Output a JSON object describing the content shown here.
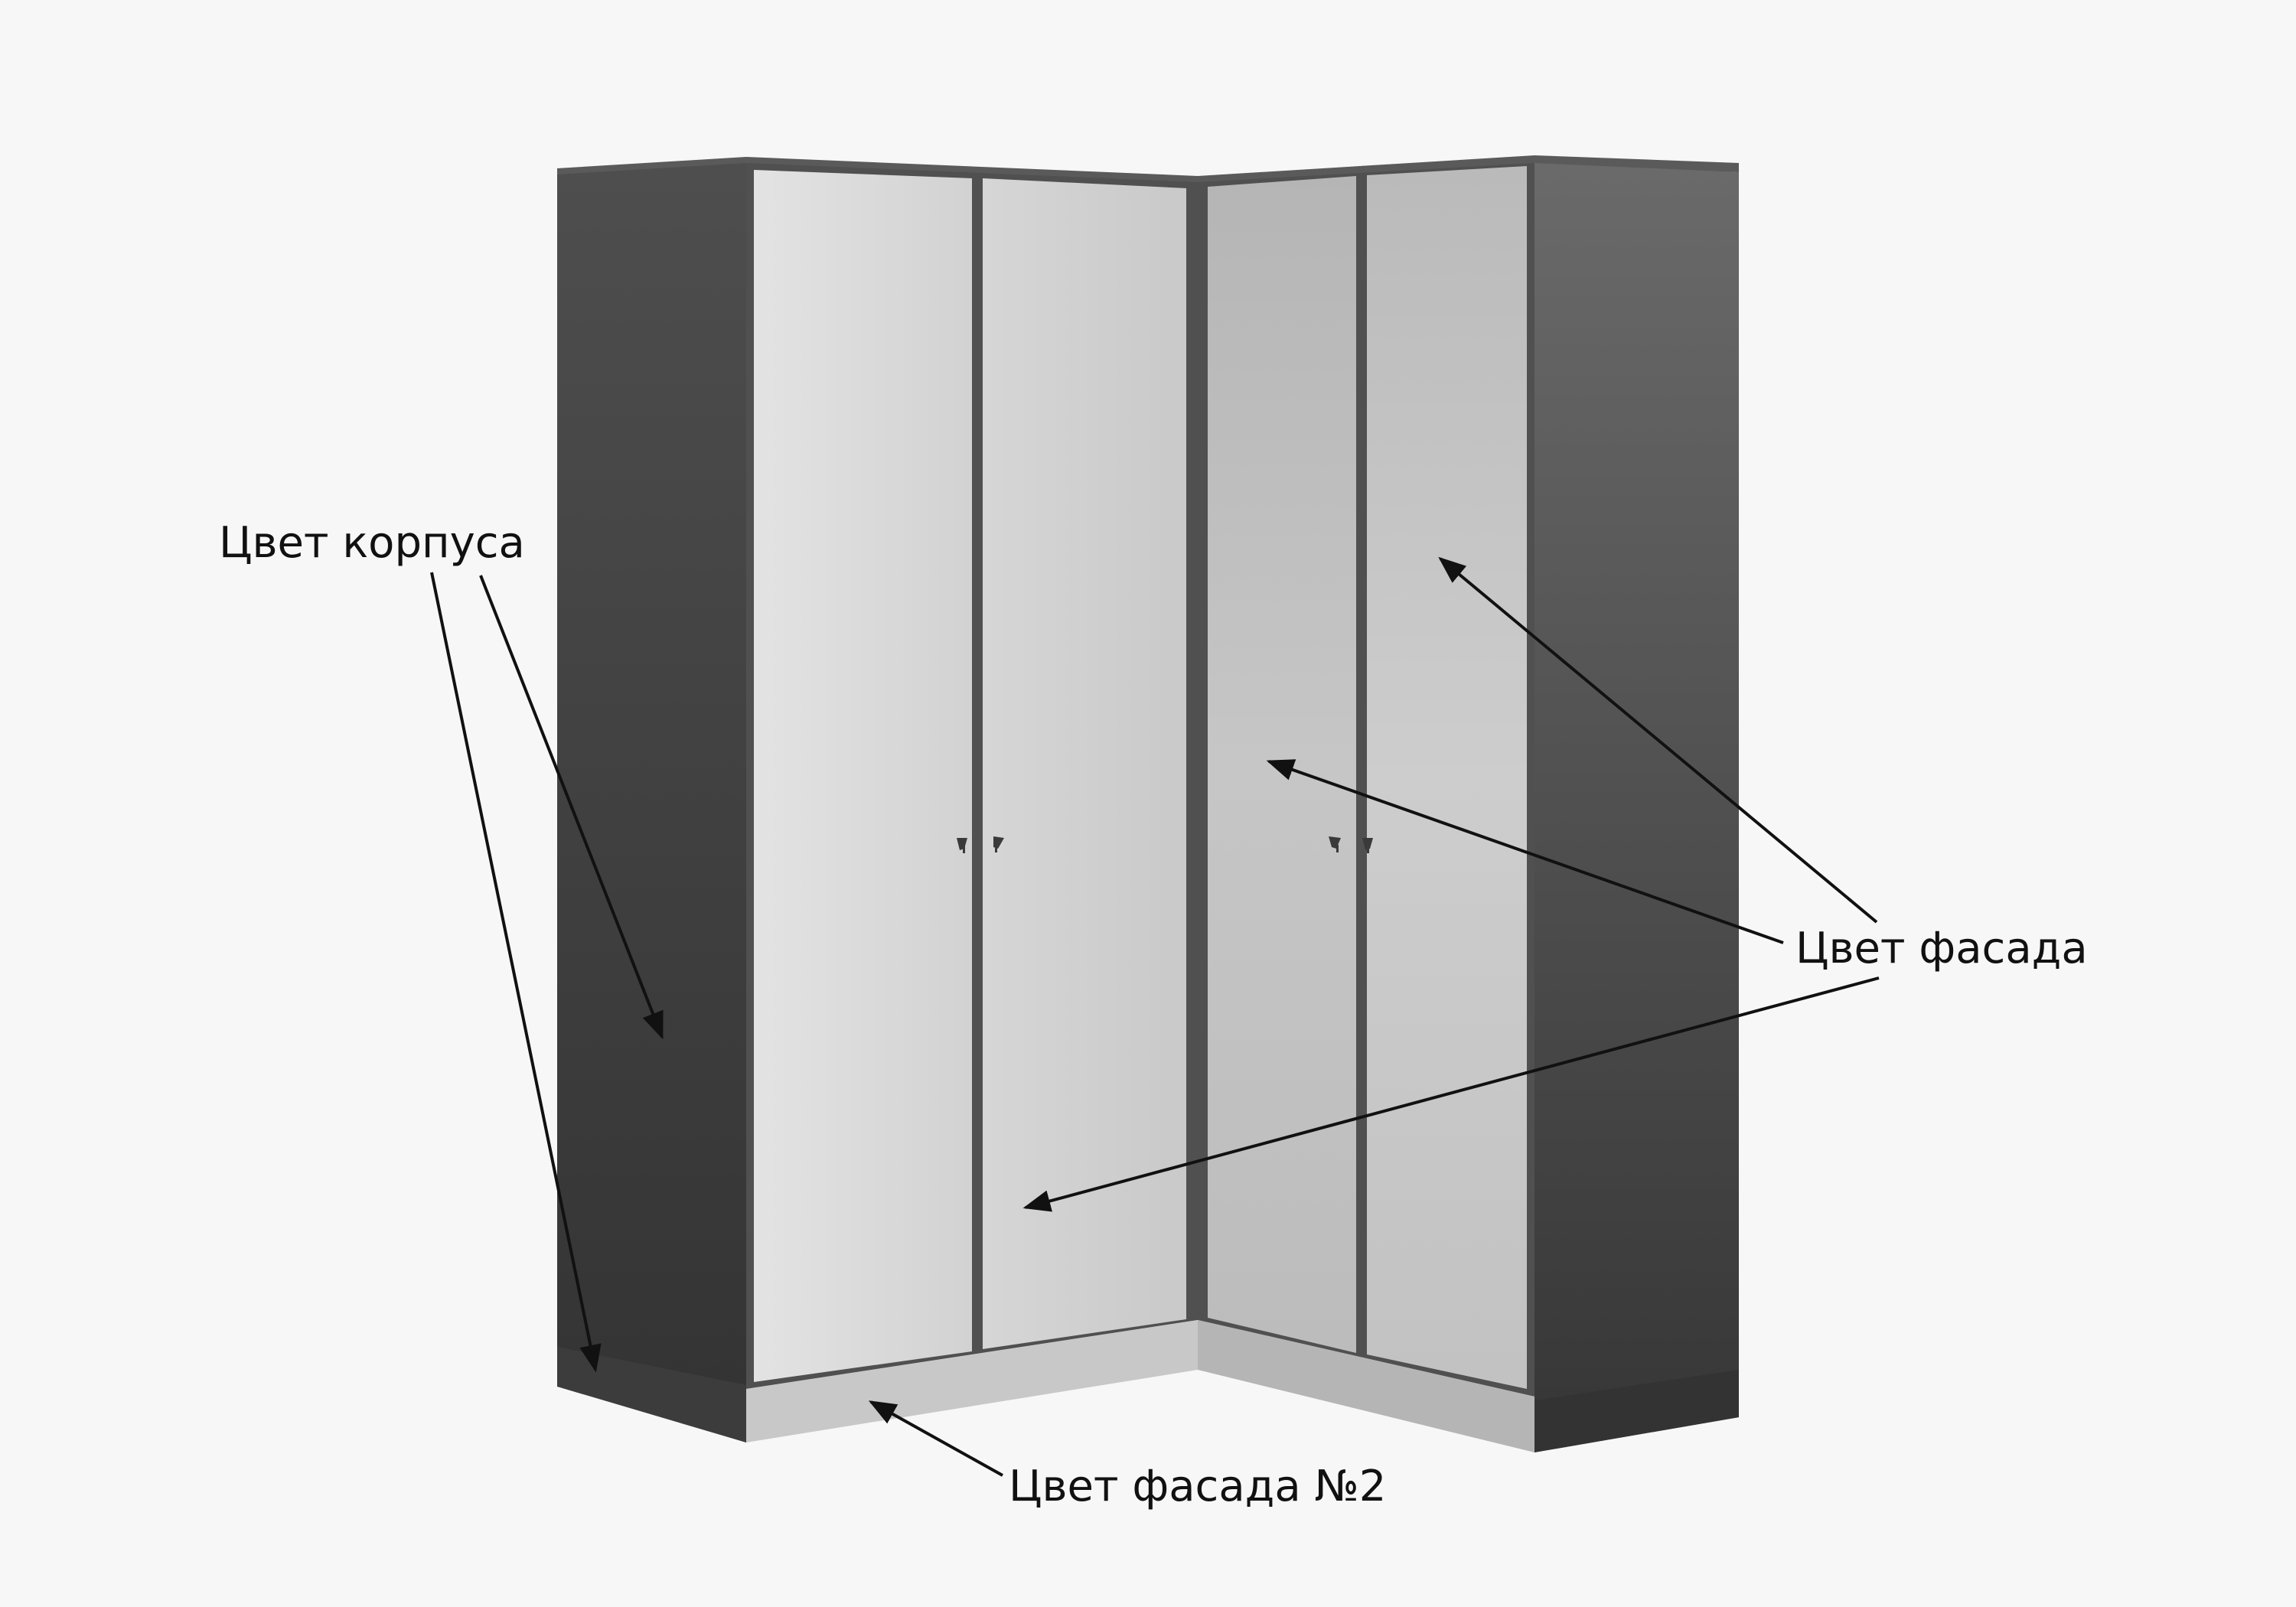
{
  "labels": {
    "body_color": "Цвет корпуса",
    "facade_color": "Цвет фасада",
    "facade_color_2": "Цвет фасада №2"
  },
  "colors": {
    "background": "#f7f7f7",
    "body": "#4a4a4a",
    "facade": "#d4d4d4",
    "facade_2": "#c4c4c4",
    "arrow": "#111111"
  }
}
